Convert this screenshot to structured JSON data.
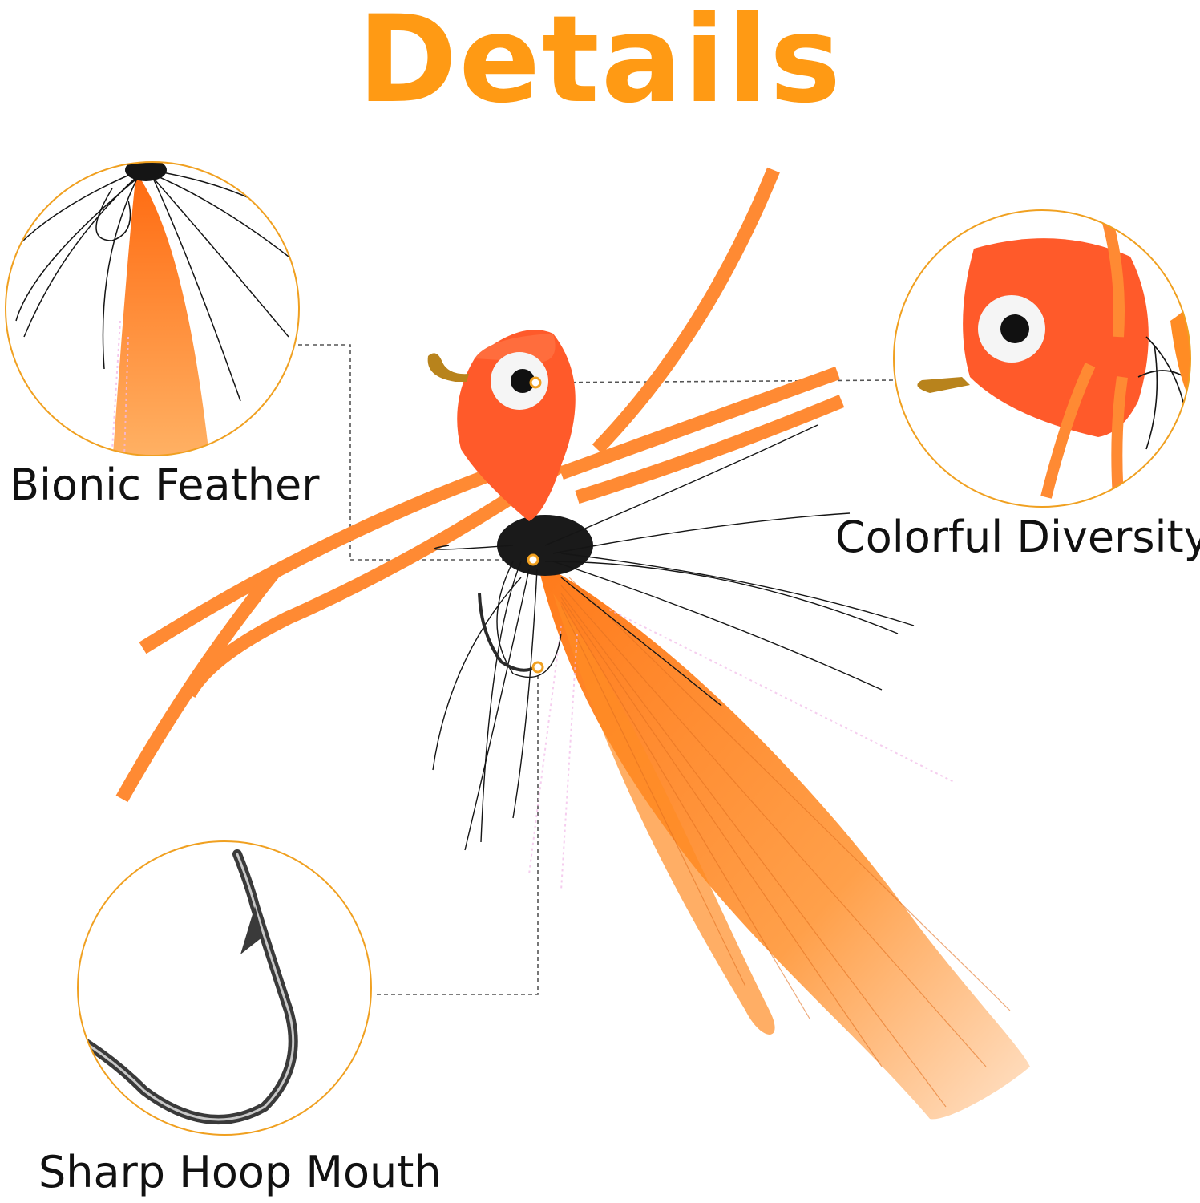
{
  "title": "Details",
  "labels": {
    "bionic_feather": "Bionic Feather",
    "colorful_diversity": "Colorful Diversity",
    "sharp_hoop_mouth": "Sharp Hoop Mouth"
  },
  "colors": {
    "title": "#ff9a14",
    "circle_border": "#f0a020",
    "popper_head": "#ff5a2a",
    "legs": "#ff8a33",
    "feather_orange": "#ff8c24",
    "hackle_black": "#151515",
    "hook_metal": "#3a3a3a"
  },
  "icons": [
    "eye-icon",
    "hook-icon",
    "feather-icon"
  ]
}
